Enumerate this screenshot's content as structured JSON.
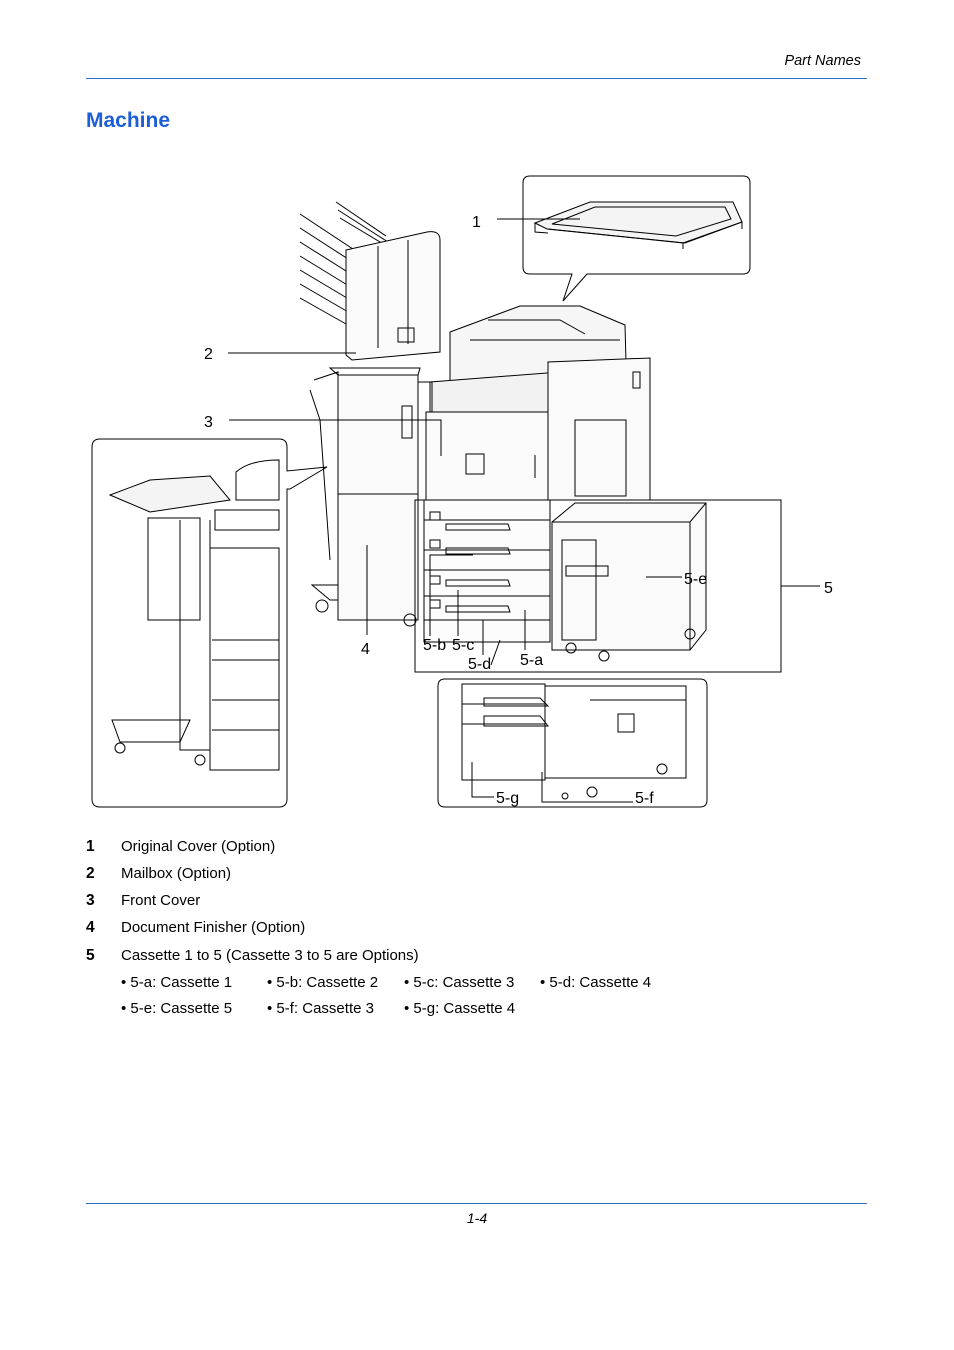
{
  "header": {
    "section_label": "Part Names"
  },
  "section_title": "Machine",
  "figure": {
    "callouts": [
      "1",
      "2",
      "3",
      "4",
      "5",
      "5-a",
      "5-b",
      "5-c",
      "5-d",
      "5-e",
      "5-f",
      "5-g"
    ]
  },
  "parts": [
    {
      "number": "1",
      "name": "Original Cover (Option)"
    },
    {
      "number": "2",
      "name": "Mailbox (Option)"
    },
    {
      "number": "3",
      "name": "Front Cover"
    },
    {
      "number": "4",
      "name": "Document Finisher (Option)"
    },
    {
      "number": "5",
      "name": "Cassette 1 to 5 (Cassette 3 to 5 are Options)"
    }
  ],
  "cassettes_row1": [
    "• 5-a: Cassette 1",
    "• 5-b: Cassette 2",
    "• 5-c: Cassette 3",
    "• 5-d: Cassette 4"
  ],
  "cassettes_row2": [
    "• 5-e: Cassette 5",
    "• 5-f: Cassette 3",
    "• 5-g: Cassette 4"
  ],
  "footer": {
    "page_number": "1-4"
  }
}
